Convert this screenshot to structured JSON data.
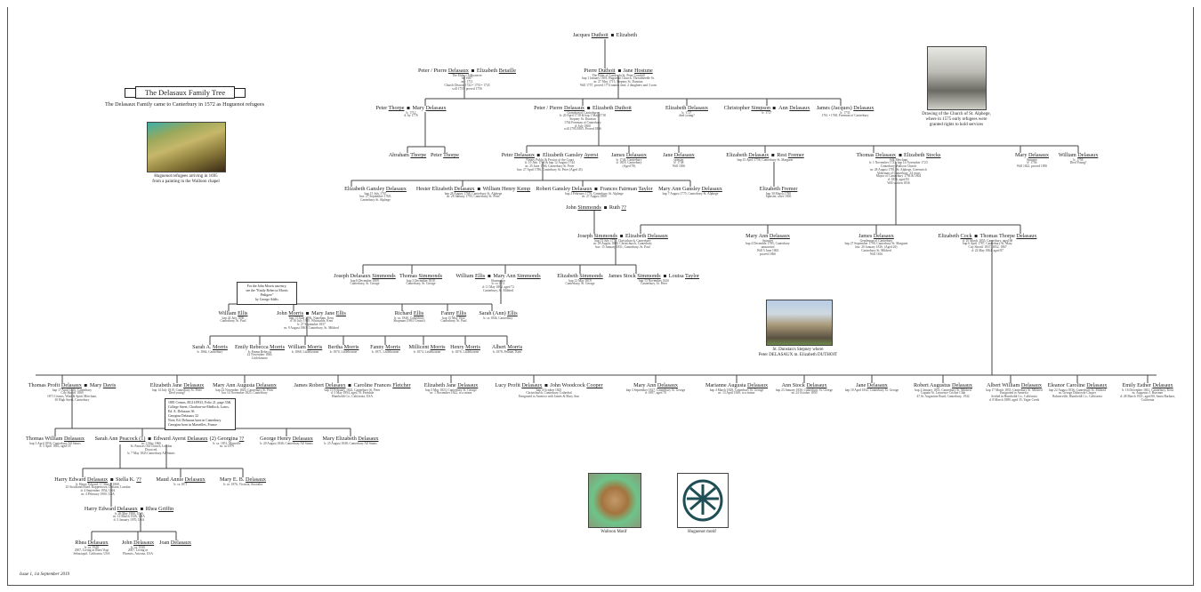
{
  "title": "The Delasaux Family Tree",
  "subtitle": "The Delasaux Family came to Canterbury in 1572 as Huguenot refugees",
  "images": {
    "painting_caption": [
      "Huguenot refugees arriving in 1695",
      "from a painting in the Walloon chapel"
    ],
    "alphege_caption": [
      "Drawing of the Church of St. Alphege,",
      "where in 1575 early refugees were",
      "granted rights to hold services"
    ],
    "dunstan_caption": [
      "St. Dunstan's Stepney where",
      "Peter DELASAUX m. Elizabeth DUTHOIT"
    ],
    "walloon_caption": "Walloon Motif",
    "huguenot_caption": "Huguenot motif"
  },
  "morris_note": [
    "For the John Morris ancestry,",
    "see the \"Emily Rebecca Morris Pedigree\"",
    "by George Addis"
  ],
  "census_note": [
    "1881 Census, RG11/0933, Folio 21, page 35&",
    "College Street, Chorlton-on-Medlock, Lancs.",
    "Ed. A. Delasaux     36",
    "Georgina Delasaux   32",
    "Note, Ed. Delasaux born in Canterbury",
    "Georgina born in Marseilles, France"
  ],
  "footer": "Issue 1, 1st September 2019",
  "people": [
    {
      "g": "Jacques",
      "s": "Duthoit",
      "sg": "Elizabeth",
      "ss": "",
      "d": []
    },
    {
      "g": "Peter / Pierre",
      "s": "Delasaux",
      "sg": "Elizabeth",
      "ss": "Betaille",
      "d": [
        "The Elder • Silkweaver",
        "bt: 1687",
        "mr: 1711",
        "Church Deacon 1722 • 1733 • 1743",
        "will 1753, proved 1756"
      ]
    },
    {
      "g": "Pierre",
      "s": "Duthoit",
      "sg": "Jane",
      "ss": "Hostune",
      "d": [
        "The Elder of Londonfu St. Peter Cornhill",
        "bap 1 January 1693, Huguenot Church, Threadneedle St.",
        "m: 27 May 1715, Stepney St. Dunstan",
        "Will 1757, proved 1774 names Jane, 2 daughters and 3 sons"
      ]
    },
    {
      "g": "Peter",
      "s": "Thorpe",
      "sg": "Mary",
      "ss": "Delasaux",
      "d": [
        "b: 1712",
        "d: by 1776"
      ]
    },
    {
      "g": "Peter / Pierre",
      "s": "Delasaux",
      "sg": "Elizabeth",
      "ss": "Duthoit",
      "d": [
        "Grandson of Canterbury",
        "b: 20 April 1718 & bap 1 May 1718",
        "Stepney St. Dunstan",
        "1764 Freeman of Canterbury",
        "d: July 1800",
        "will 1795/1805, Proved 1806"
      ]
    },
    {
      "g": "Elizabeth",
      "s": "Delasaux",
      "d": [
        "b: 1727",
        "died young?"
      ]
    },
    {
      "g": "Christopher",
      "s": "Simpson",
      "sg": "Ann",
      "ss": "Delasaux",
      "d": [
        "b: 1727"
      ]
    },
    {
      "g": "James (Jacques)",
      "s": "Delasaux",
      "d": [
        "b: 1733",
        "1761 • 1768, Freeman of Canterbury"
      ]
    },
    {
      "g": "Abraham",
      "s": "Thorpe",
      "d": []
    },
    {
      "g": "Peter",
      "s": "Thorpe",
      "d": []
    },
    {
      "g": "Peter",
      "s": "Delasaux",
      "sg": "Elizabeth Gansley",
      "ss": "Ayerst",
      "d": [
        "Notary Public & Proctor of the Court",
        "b: 10 July 1744 & bap 12 August 1744",
        "m: 25 June 1766, Canterbury St. Peter",
        "bur: 27 April 1786, Canterbury St. Peter (Aged 43)"
      ]
    },
    {
      "g": "James",
      "s": "Delasaux",
      "d": [
        "b: 1746, Canterbury",
        "d: 1818, Canterbury",
        "(Aged 78)"
      ]
    },
    {
      "g": "Jane",
      "s": "Delasaux",
      "d": [
        "spinster",
        "b: 1748",
        "Will 1836"
      ]
    },
    {
      "g": "Elizabeth",
      "s": "Delasaux",
      "sg": "Rest",
      "ss": "Fremer",
      "d": [
        "bap 25 April 1756, Canterbury St. Margaret"
      ]
    },
    {
      "g": "Thomas",
      "s": "Delasaux",
      "sg": "Elizabeth",
      "ss": "Stocks",
      "d": [
        "Silk Merchant",
        "b: 1 November 1723, bap 14 November 1723",
        "Canterbury Walloon Church",
        "m: 28 August 1781, St. Alphege, Greenwich",
        "Alderman of Canterbury, 34 years",
        "Mayor of Canterbury 1794 & 1804",
        "d: 1836, aged 83",
        "Will written 1836"
      ]
    },
    {
      "g": "Mary",
      "s": "Delasaux",
      "d": [
        "Spinster",
        "b: 1756",
        "Will 1822, proved 1850"
      ]
    },
    {
      "g": "William",
      "s": "Delasaux",
      "d": [
        "b: 1758",
        "Died Young?"
      ]
    },
    {
      "g": "Elizabeth Gansley",
      "s": "Delasaux",
      "d": [
        "bap 15 July 1767",
        "bur: 27 September 1768,",
        "Canterbury St. Alphege"
      ]
    },
    {
      "g": "Hester Elizabeth",
      "s": "Delasaux",
      "sg": "William Henry",
      "ss": "Kemp",
      "d": [
        "bap 28 August 1768, Canterbury St. Alphege",
        "m: 28 January 1793, Canterbury St. Peter"
      ]
    },
    {
      "g": "Robert Gansley",
      "s": "Delasaux",
      "sg": "Frances Fairman",
      "ss": "Taylor",
      "d": [
        "bap 2 February 1770, Canterbury St. Alphege",
        "m: 27 August 1800"
      ]
    },
    {
      "g": "Mary Ann Gansley",
      "s": "Delasaux",
      "d": [
        "bap 7 August 1775, Canterbury St. Alphege"
      ]
    },
    {
      "g": "Elizabeth",
      "s": "Fremer",
      "d": [
        "bap 30 March 1790",
        "Spinster, alive 1836"
      ]
    },
    {
      "g": "John",
      "s": "Simmonds",
      "sg": "Ruth",
      "ss": "??",
      "d": []
    },
    {
      "g": "Joseph",
      "s": "Simmonds",
      "sg": "Elizabeth",
      "ss": "Delasaux",
      "d": [
        "bap 13 July 1777, Christchurch, Canterbury",
        "m: 28 August 1800, Christchurch, Canterbury",
        "bur: 15 January 1831, Canterbury, St. Paul"
      ]
    },
    {
      "g": "Mary Ann",
      "s": "Delasaux",
      "d": [
        "Spinster",
        "bap 4 December 1785, Canterbury",
        "unmarried",
        "Will 5 June 1863",
        "proved 1866"
      ]
    },
    {
      "g": "James",
      "s": "Delasaux",
      "d": [
        "Gentleman of Canterbury",
        "bap 27 September 1790, Canterbury St. Margaret",
        "bur: 20 January 1816, (Aged 26)",
        "Canterbury St. Mildred",
        "Will 1816"
      ]
    },
    {
      "g": "Elizabeth",
      "s": "Cock",
      "sg": "Thomas Thorpe",
      "ss": "Delasaux",
      "d": [
        "d: 10 March 1855, Canterbury, aged 68",
        "bap 6 April 1787, Canterbury St. Mary",
        "City Sheriff 1837, 1852, 1867",
        "d: 22 May 1864, aged 87"
      ]
    },
    {
      "g": "Joseph Delasaux",
      "s": "Simmonds",
      "d": [
        "bap 8 December 1809",
        "Canterbury, St. George"
      ]
    },
    {
      "g": "Thomas",
      "s": "Simmonds",
      "d": [
        "bap 3 December 1810",
        "Canterbury, St. George"
      ]
    },
    {
      "g": "William",
      "s": "Ellis",
      "sg": "Mary Ann",
      "ss": "Simmonds",
      "d": [
        "Shoemaker",
        "b: ca 1811",
        "d: 11 May 1882, aged 72",
        "Canterbury, St. Mildred"
      ]
    },
    {
      "g": "Elizabeth",
      "s": "Simmonds",
      "d": [
        "bap 12 May 1819",
        "Canterbury, St. George"
      ]
    },
    {
      "g": "James Stock",
      "s": "Simmonds",
      "sg": "Louisa",
      "ss": "Taylor",
      "d": [
        "bap 13 November 1820",
        "Canterbury, St. Peter"
      ]
    },
    {
      "g": "William",
      "s": "Ellis",
      "d": [
        "bap 24 July 1836",
        "Canterbury, St. Paul"
      ]
    },
    {
      "g": "John",
      "s": "Morris",
      "sg": "Mary Jane",
      "ss": "Ellis",
      "d": [
        "bap 13 June 1836, Nuneham, Kent",
        "d: 16 July 1905, Whitstable, Kent",
        "b: 27 September 1837",
        "m: 9 August 1863, Canterbury, St. Mildred"
      ]
    },
    {
      "g": "Richard",
      "s": "Ellis",
      "d": [
        "b: ca. 1840, Canterbury",
        "Shopman (1861 Census)"
      ]
    },
    {
      "g": "Fanny",
      "s": "Ellis",
      "d": [
        "bap 15 May 1842",
        "Canterbury, St. Paul"
      ]
    },
    {
      "g": "Sarah (Ann)",
      "s": "Ellis",
      "d": [
        "b: ca 1846, Canterbury"
      ]
    },
    {
      "g": "Sarah A.",
      "s": "Morris",
      "d": [
        "b: 1864, Canterbury"
      ]
    },
    {
      "g": "Emily Rebecca",
      "s": "Morris",
      "d": [
        "b: Emma Rebecca",
        "22 November 1865,",
        "Littlebourne"
      ]
    },
    {
      "g": "William",
      "s": "Morris",
      "d": [
        "b: 1868, Littlebourne"
      ]
    },
    {
      "g": "Bertha",
      "s": "Morris",
      "d": [
        "b: 1870, Littlebourne"
      ]
    },
    {
      "g": "Fanny",
      "s": "Morris",
      "d": [
        "b: 1871, Littlebourne"
      ]
    },
    {
      "g": "Millicent",
      "s": "Morris",
      "d": [
        "b: 1874, Littlebourne"
      ]
    },
    {
      "g": "Henry",
      "s": "Morris",
      "d": [
        "b: 1876, Littlebourne"
      ]
    },
    {
      "g": "Albert",
      "s": "Morris",
      "d": [
        "b: 1878, Pelham, Kent"
      ]
    },
    {
      "g": "Thomas Profit",
      "s": "Delasaux",
      "sg": "Mary",
      "ss": "Davis",
      "d": [
        "bap 17 April 1816, Canterbury",
        "City Sheriff 1869",
        "1871 Census, Wine & Spirit Merchant,",
        "30 High Street, Canterbury"
      ]
    },
    {
      "g": "Elizabeth Jane",
      "s": "Delasaux",
      "d": [
        "bap 14 July 1819, Canterbury St. Peter",
        "Died young?"
      ]
    },
    {
      "g": "Mary Ann Augusta",
      "s": "Delasaux",
      "d": [
        "bap 22 November 1820, Canterbury St. Peter",
        "bur 14 November 1825, Canterbury"
      ]
    },
    {
      "g": "James Robert",
      "s": "Delasaux",
      "sg": "Caroline Frances",
      "ss": "Fletcher",
      "d": [
        "bap 15 February 1822, Canterbury St. Peter",
        "d: 5 May 1894, aged 78, Ferndale",
        "Humboldt Co., California, USA"
      ]
    },
    {
      "g": "Elizabeth Jane",
      "s": "Delasaux",
      "d": [
        "bap 3 May 1823, Canterbury St. George",
        "m: 1 November 1842, to a minor"
      ]
    },
    {
      "g": "Lucy Profit",
      "s": "Delasaux",
      "sg": "John Woodcock",
      "ss": "Cooper",
      "d": [
        "bap 4 October 1825",
        "Christchurch, Canterbury Cathedral",
        "Emigrated to America with James & Mary Ann"
      ]
    },
    {
      "g": "Mary Ann",
      "s": "Delasaux",
      "d": [
        "bap 3 September 1827, Canterbury St. George",
        "d: 1897, aged 70"
      ]
    },
    {
      "g": "Marianne Augusta",
      "s": "Delasaux",
      "d": [
        "bap 4 March 1828, Canterbury St. George",
        "m: 13 April 1849, to a minor"
      ]
    },
    {
      "g": "Ann Stock",
      "s": "Delasaux",
      "d": [
        "bap 23 January 1830, Canterbury St. George",
        "m: 24 October 1850"
      ]
    },
    {
      "g": "Jane",
      "s": "Delasaux",
      "d": [
        "bap 18 April 1832, Canterbury St. George"
      ]
    },
    {
      "g": "Robert Augustus",
      "s": "Delasaux",
      "d": [
        "bap 2 January 1835, Canterbury St. Mildred",
        "Captain St. Lawrence Cricket Club",
        "47 St. Augustine Road, Canterbury, 1942"
      ]
    },
    {
      "g": "Albert William",
      "s": "Delasaux",
      "d": [
        "bap 17 March 1835, Canterbury St. Mildred",
        "Emigrated to America",
        "Settled in Humboldt Co., California",
        "d: 8 March 1889, aged 35, Yager Creek"
      ]
    },
    {
      "g": "Eleanor Caroline",
      "s": "Delasaux",
      "d": [
        "bap 22 August 1836, Canterbury St. Mildred",
        "m. George Dobroyde Cooper",
        "Rohnerville, Humboldt Co., California"
      ]
    },
    {
      "g": "Emily Esther",
      "s": "Delasaux",
      "d": [
        "b: 16 December 1841, Canterbury, Kent",
        "m. Augustus J. Bussmer",
        "d: 28 March 1921, aged 80, Santa Barbara,",
        "California"
      ]
    },
    {
      "g": "Thomas William",
      "s": "Delasaux",
      "d": [
        "bap 3 April 1856, Canterbury All Saints",
        "d: 5 April 1883, aged 18"
      ]
    },
    {
      "g": "Sarah Ann",
      "s": "Peacock (1)",
      "sg": "Edward Ayerst",
      "ss": "Delasaux",
      "d": [
        "m: 3 May 1866",
        "St. Pancras Old Church, London",
        "Divorced.",
        "b: 7 May 1845 Canterbury All Saints"
      ]
    },
    {
      "g": "(2) Georgina",
      "s": "??",
      "d": [
        "b: ca. 1851, Marseille",
        "m: ca 1879"
      ]
    },
    {
      "g": "George Henry",
      "s": "Delasaux",
      "d": [
        "b: 20 August 1846, Canterbury All Saints"
      ]
    },
    {
      "g": "Mary Elizabeth",
      "s": "Delasaux",
      "d": [
        "b: 25 August 1848, Canterbury All Saints"
      ]
    },
    {
      "g": "Harry Edward",
      "s": "Delasaux",
      "sg": "Stella K.",
      "ss": "??",
      "d": [
        "b: Henry Edward, 17 March 1868,",
        "23 Stockland Road, Roppertown, Dalston, London",
        "d: 4 September 1954, USA",
        "m: 4 February 1900, USA"
      ]
    },
    {
      "g": "Maud Annie",
      "s": "Delasaux",
      "d": [
        "b: ca 1871"
      ]
    },
    {
      "g": "Mary E. B.",
      "s": "Delasaux",
      "d": [
        "b: ca. 1876, Victoria, Australia"
      ]
    },
    {
      "g": "Harry Edward",
      "s": "Delasaux",
      "sg": "Rhea",
      "ss": "Griffin",
      "d": [
        "b: 26 May 1900, USA",
        "m: 14 March 1926, USA",
        "d: 5 January 1970, USA"
      ]
    },
    {
      "g": "Rhea",
      "s": "Delasaux",
      "d": [
        "b: ca. 1928",
        "2007, Living as Rhea Vogt",
        "Sebastopol, California, USA"
      ]
    },
    {
      "g": "John",
      "s": "Delasaux",
      "d": [
        "b: ca. 1930",
        "2007, Living in",
        "Phoenix, Arizona, USA"
      ]
    },
    {
      "g": "Joan",
      "s": "Delasaux",
      "d": []
    }
  ]
}
